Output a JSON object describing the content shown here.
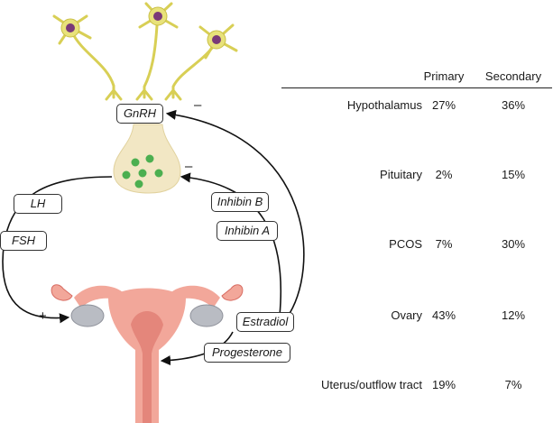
{
  "colors": {
    "neuron": "#e8e27a",
    "nucleus": "#7a3a78",
    "pituitary": "#f2e7c4",
    "granule": "#4caf50",
    "uterus": "#f2a79a",
    "uterus_dark": "#d86c62",
    "ovary": "#b9bcc3"
  },
  "diagram": {
    "boxes": {
      "gnrh": "GnRH",
      "lh": "LH",
      "fsh": "FSH",
      "inhibin_b": "Inhibin B",
      "inhibin_a": "Inhibin A",
      "estradiol": "Estradiol",
      "progesterone": "Progesterone"
    },
    "signs": {
      "gnrh_feedback": "–",
      "pituitary_feedback": "–",
      "ovary_stimulus": "+"
    }
  },
  "table": {
    "headers": [
      "Primary",
      "Secondary"
    ],
    "rows": [
      {
        "cause": "Hypothalamus",
        "primary": "27%",
        "secondary": "36%"
      },
      {
        "cause": "Pituitary",
        "primary": "2%",
        "secondary": "15%"
      },
      {
        "cause": "PCOS",
        "primary": "7%",
        "secondary": "30%"
      },
      {
        "cause": "Ovary",
        "primary": "43%",
        "secondary": "12%"
      },
      {
        "cause": "Uterus/outflow tract",
        "primary": "19%",
        "secondary": "7%"
      }
    ]
  }
}
